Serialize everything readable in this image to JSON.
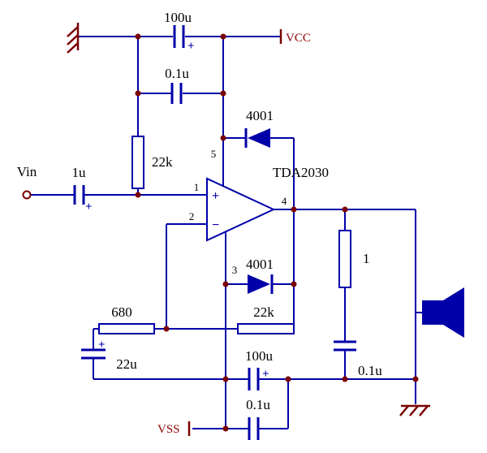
{
  "schematic": {
    "input_label": "Vin",
    "power": {
      "vcc": "VCC",
      "vss": "VSS"
    },
    "ic": {
      "name": "TDA2030",
      "plus": "+",
      "minus": "−",
      "pins": {
        "in_plus": "1",
        "in_minus": "2",
        "vss": "3",
        "out": "4",
        "vcc": "5"
      }
    },
    "components": {
      "c1_value": "100u",
      "c2_value": "0.1u",
      "r1_value": "22k",
      "d1_value": "4001",
      "c3_value": "1u",
      "d2_value": "4001",
      "r2_value": "22k",
      "r3_value": "680",
      "c4_value": "22u",
      "c5_value": "100u",
      "c6_value": "0.1u",
      "r4_value": "1",
      "c7_value": "0.1u"
    },
    "polarity": "+",
    "colors": {
      "wire": "#0000A8",
      "junction": "#7B0000",
      "power_label": "#8B0000",
      "label": "#000000"
    }
  }
}
